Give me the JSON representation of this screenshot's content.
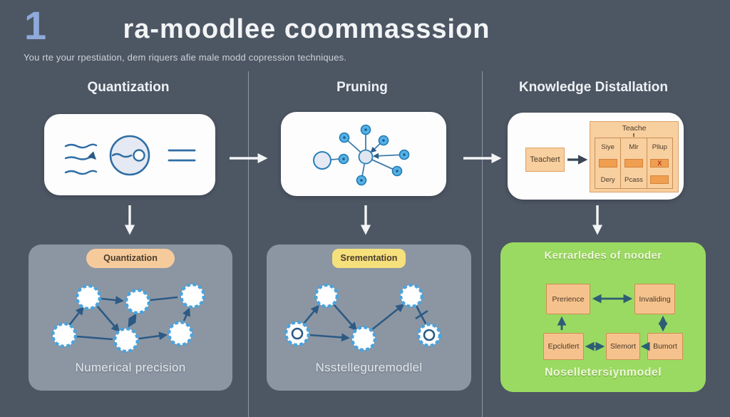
{
  "header": {
    "index_number": "1",
    "title": "ra-moodlee coommasssion",
    "subtitle": "You rte your rpestiation, dem riquers afie male modd copression techniques."
  },
  "columns": {
    "col1_header": "Quantization",
    "col2_header": "Pruning",
    "col3_header": "Knowledge Distallation"
  },
  "distillation_card": {
    "student_box": "Teachert",
    "teacher_title": "Teache",
    "grid": {
      "col1_header": "Siye",
      "col2_header": "Mlr",
      "col3_header": "Pllup",
      "col1_footer": "Dery",
      "col2_footer": "Pcass",
      "x_mark": "X"
    }
  },
  "panel_quantization": {
    "badge": "Quantization",
    "caption": "Numerical precision"
  },
  "panel_pruning": {
    "badge": "Srementation",
    "caption": "Nsstelleguremodlel"
  },
  "panel_distillation": {
    "title": "Kerrarledes of nooder",
    "caption": "Noselletersiynmodel",
    "boxes": {
      "top_left": "Prerience",
      "top_right": "Invaliding",
      "bottom_left": "Epclutlert",
      "bottom_mid": "Slemort",
      "bottom_right": "Bumort"
    }
  },
  "colors": {
    "background": "#4d5663",
    "index_blue": "#8fa9db",
    "icon_blue": "#2e6da4",
    "node_blue": "#4aa3dc",
    "arrow_dark_blue": "#2c5a85",
    "orange_fill": "#f5c28d",
    "orange_border": "#cc8e52",
    "badge_orange": "#f6cb9b",
    "badge_yellow": "#f5e07c",
    "green_panel": "#9bda62",
    "gray_panel": "#8c96a2",
    "card_white": "#fdfdfe"
  }
}
